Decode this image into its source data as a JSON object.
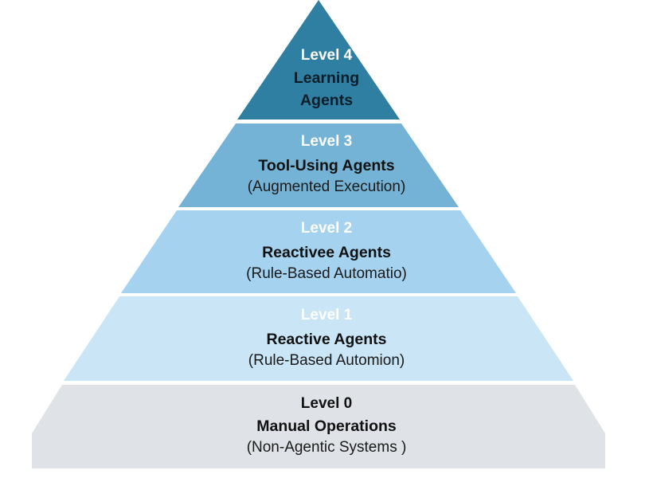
{
  "pyramid": {
    "tiers": [
      {
        "level": "Level 4",
        "name_lines": [
          "Learning",
          "Agents"
        ],
        "subtitle": "",
        "fill": "#2f7fa3",
        "level_color": "#ffffff",
        "name_color": "#0d1d2a"
      },
      {
        "level": "Level 3",
        "name_lines": [
          "Tool-Using Agents"
        ],
        "subtitle": "(Augmented Execution)",
        "fill": "#74b3d6",
        "level_color": "#ffffff",
        "name_color": "#111111"
      },
      {
        "level": "Level 2",
        "name_lines": [
          "Reactivee Agents"
        ],
        "subtitle": "(Rule-Based Automatio)",
        "fill": "#a4d2ef",
        "level_color": "#ffffff",
        "name_color": "#111111"
      },
      {
        "level": "Level 1",
        "name_lines": [
          "Reactive  Agents"
        ],
        "subtitle": "(Rule-Based Automion)",
        "fill": "#c9e5f6",
        "level_color": "#ffffff",
        "name_color": "#111111"
      },
      {
        "level": "Level 0",
        "name_lines": [
          "Manual Operations"
        ],
        "subtitle": "(Non-Agentic Systems  )",
        "fill": "#dfe3e7",
        "level_color": "#111111",
        "name_color": "#111111"
      }
    ]
  }
}
